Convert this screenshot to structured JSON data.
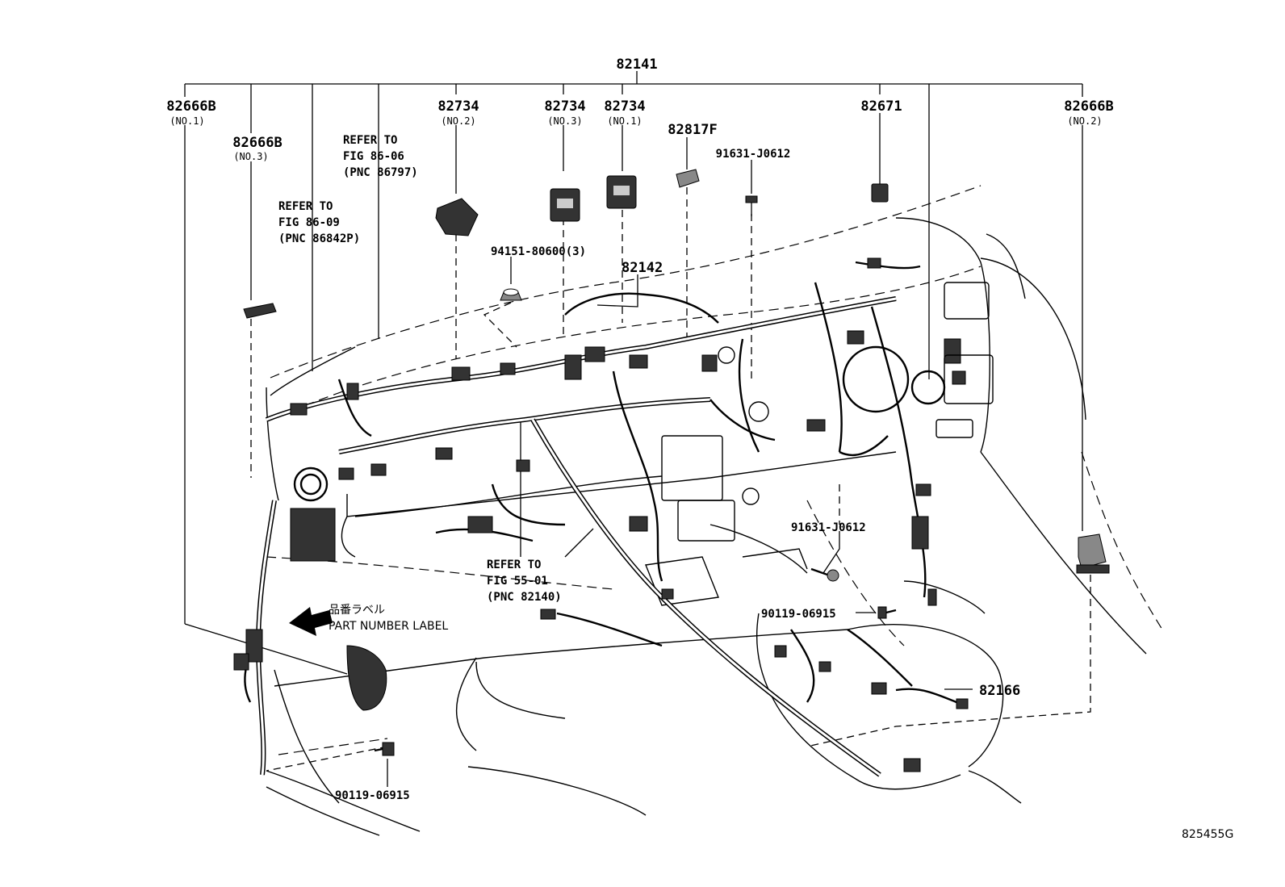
{
  "labels": {
    "top_harness": "82141",
    "p82666b_no1": "82666B",
    "p82666b_no1_sub": "(NO.1)",
    "p82666b_no3": "82666B",
    "p82666b_no3_sub": "(NO.3)",
    "p82666b_no2": "82666B",
    "p82666b_no2_sub": "(NO.2)",
    "p82734_no2": "82734",
    "p82734_no2_sub": "(NO.2)",
    "p82734_no3": "82734",
    "p82734_no3_sub": "(NO.3)",
    "p82734_no1": "82734",
    "p82734_no1_sub": "(NO.1)",
    "p82817f": "82817F",
    "p91631_top": "91631-J0612",
    "p82671": "82671",
    "p94151": "94151-80600(3)",
    "p82142": "82142",
    "p91631_mid": "91631-J0612",
    "p90119_right": "90119-06915",
    "p82166": "82166",
    "p90119_bottom": "90119-06915",
    "diagram_id": "825455G"
  },
  "references": {
    "ref1_line1": "REFER TO",
    "ref1_line2": "FIG 86-06",
    "ref1_line3": "(PNC 86797)",
    "ref2_line1": "REFER TO",
    "ref2_line2": "FIG 86-09",
    "ref2_line3": "(PNC 86842P)",
    "ref3_line1": "REFER TO",
    "ref3_line2": "FIG 55-01",
    "ref3_line3": "(PNC 82140)"
  },
  "part_number_label": {
    "japanese": "品番ラベル",
    "english": "PART NUMBER LABEL",
    "icon": "arrow-left-icon"
  }
}
